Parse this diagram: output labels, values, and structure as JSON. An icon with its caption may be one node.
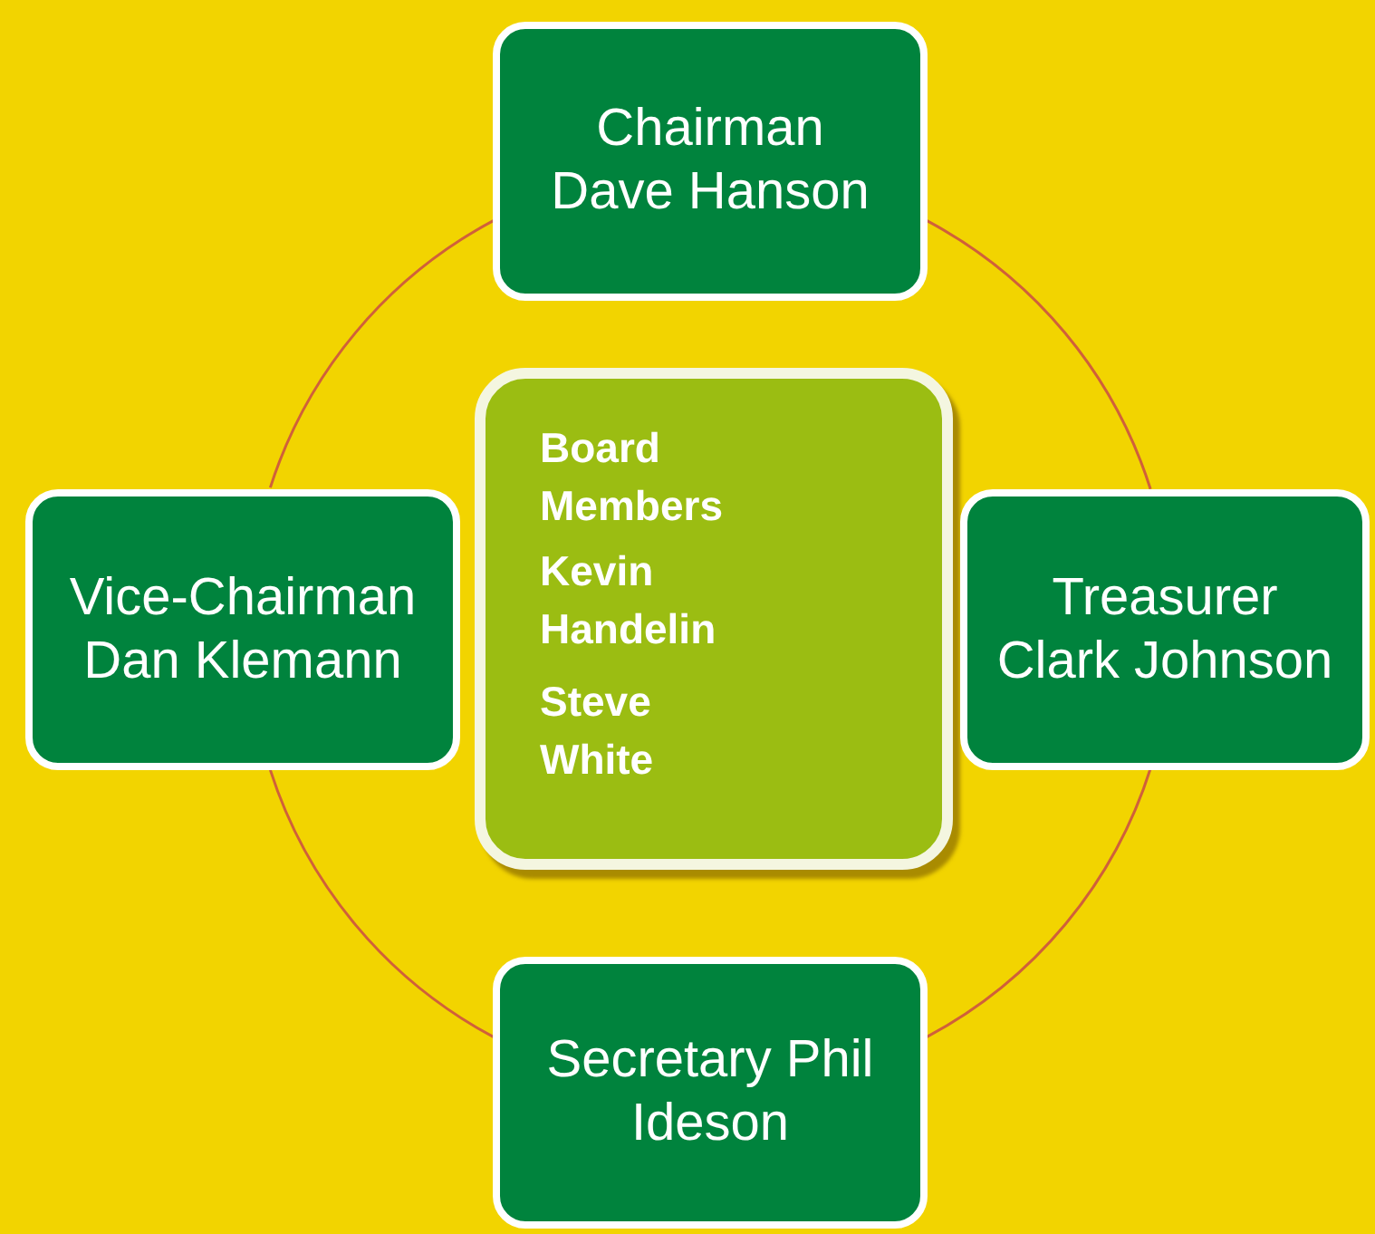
{
  "diagram": {
    "nodes": [
      {
        "text": [
          "Chairman",
          "Dave Hanson"
        ]
      },
      {
        "text": [
          "Vice-Chairman",
          "Dan Klemann"
        ]
      },
      {
        "text": [
          "Board Members",
          "Kevin Handelin",
          "Steve White"
        ]
      },
      {
        "text": [
          "Treasurer",
          "Clark Johnson"
        ]
      },
      {
        "text": [
          "Secretary Phil Ideson"
        ]
      }
    ],
    "edges": [
      {
        "from": 0,
        "to": 3,
        "arrow": "none"
      },
      {
        "from": 3,
        "to": 4,
        "arrow": "none"
      },
      {
        "from": 4,
        "to": 1,
        "arrow": "none"
      },
      {
        "from": 1,
        "to": 0,
        "arrow": "none"
      }
    ]
  }
}
